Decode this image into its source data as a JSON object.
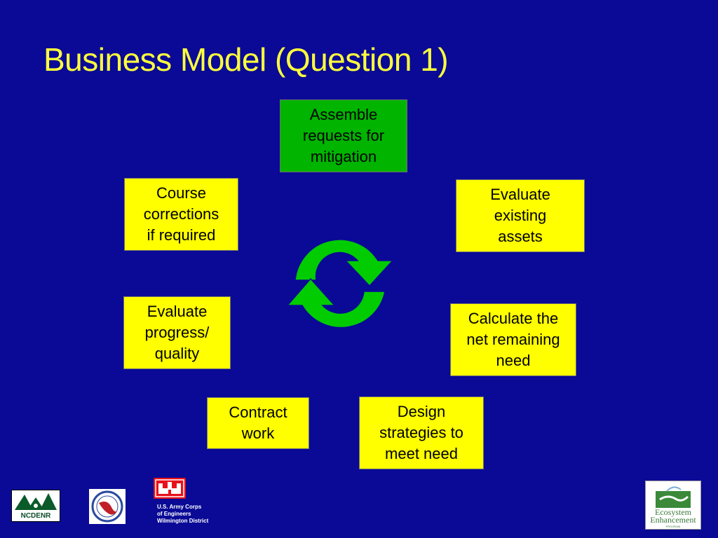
{
  "slide": {
    "title": "Business Model (Question 1)"
  },
  "diagram": {
    "steps": [
      {
        "id": "assemble",
        "label": "Assemble\nrequests for\nmitigation",
        "color": "#00b400"
      },
      {
        "id": "evaluate-assets",
        "label": "Evaluate\nexisting\nassets",
        "color": "#ffff00"
      },
      {
        "id": "calculate",
        "label": "Calculate the\nnet remaining\nneed",
        "color": "#ffff00"
      },
      {
        "id": "design",
        "label": "Design\nstrategies to\nmeet need",
        "color": "#ffff00"
      },
      {
        "id": "contract",
        "label": "Contract\nwork",
        "color": "#ffff00"
      },
      {
        "id": "evaluate-progress",
        "label": "Evaluate\nprogress/\nquality",
        "color": "#ffff00"
      },
      {
        "id": "course-corrections",
        "label": "Course\ncorrections\nif required",
        "color": "#ffff00"
      }
    ],
    "cycle_icon": "circular-arrows-icon",
    "cycle_color": "#00cc00"
  },
  "footer": {
    "logos": {
      "ncdenr": "NCDENR",
      "usace_lines": [
        "U.S. Army Corps",
        "of Engineers",
        "Wilmington District"
      ],
      "eep_line1": "Ecosystem",
      "eep_line2": "Enhancement",
      "eep_line3": "PROGRAM"
    }
  }
}
